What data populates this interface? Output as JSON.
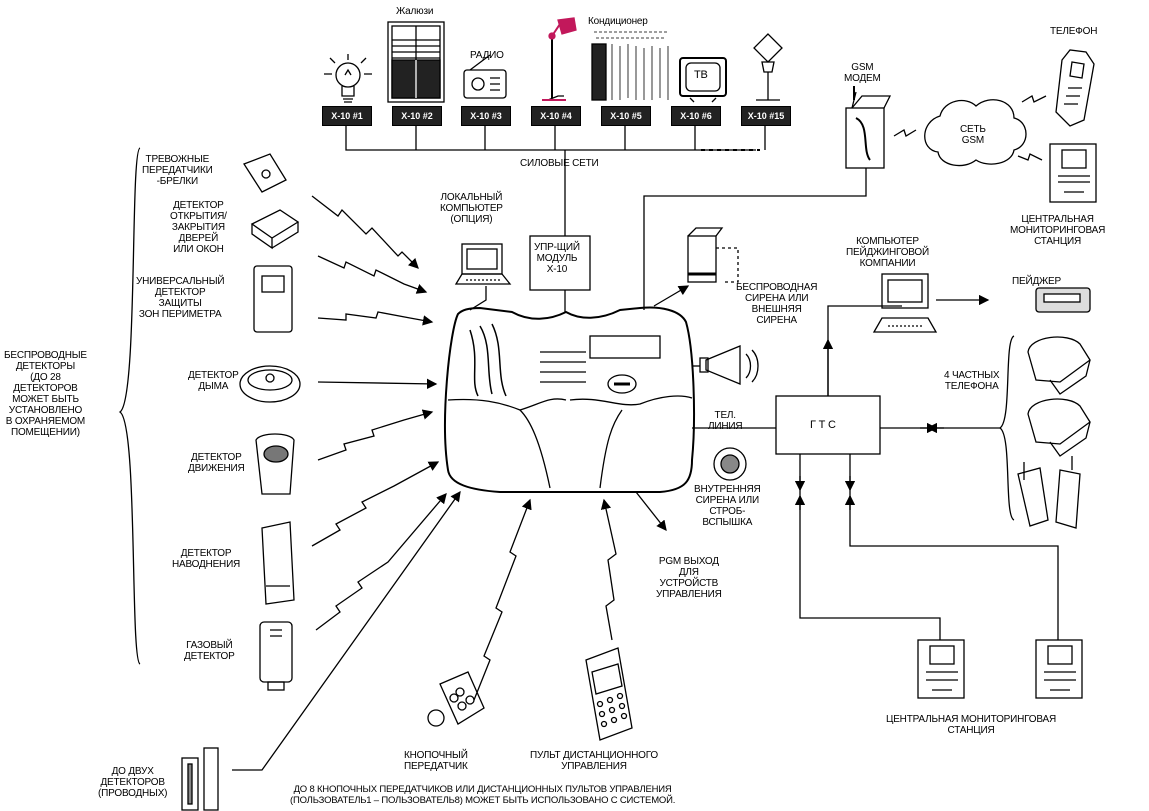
{
  "top_devices": {
    "blinds_label": "Жалюзи",
    "radio_label": "РАДИО",
    "conditioner_label": "Кондиционер",
    "tv_label": "ТВ",
    "x10_modules": [
      "X-10 #1",
      "X-10 #2",
      "X-10 #3",
      "X-10 #4",
      "X-10 #5",
      "X-10 #6",
      "X-10 #15"
    ],
    "power_lines_label": "СИЛОВЫЕ СЕТИ"
  },
  "gsm": {
    "modem_label": "GSM\nМОДЕМ",
    "network_label": "СЕТЬ\nGSM",
    "phone_label": "ТЕЛЕФОН",
    "station_label": "ЦЕНТРАЛЬНАЯ\nМОНИТОРИНГОВАЯ\nСТАНЦИЯ"
  },
  "center": {
    "local_computer_label": "ЛОКАЛЬНЫЙ\nКОМПЬЮТЕР\n(ОПЦИЯ)",
    "x10_module_label": "УПР-ЩИЙ\nМОДУЛЬ\nX-10",
    "wireless_siren_label": "БЕСПРОВОДНАЯ\nСИРЕНА ИЛИ\nВНЕШНЯЯ\nСИРЕНА",
    "tel_line_label": "ТЕЛ.\nЛИНИЯ",
    "internal_siren_label": "ВНУТРЕННЯЯ\nСИРЕНА ИЛИ\nСТРОБ-\nВСПЫШКА",
    "pgm_label": "PGM ВЫХОД\nДЛЯ\nУСТРОЙСТВ\nУПРАВЛЕНИЯ"
  },
  "right": {
    "paging_computer_label": "КОМПЬЮТЕР\nПЕЙДЖИНГОВОЙ\nКОМПАНИИ",
    "pager_label": "ПЕЙДЖЕР",
    "pstn_label": "Г Т С",
    "private_phones_label": "4 ЧАСТНЫХ\nТЕЛЕФОНА",
    "central_station_label": "ЦЕНТРАЛЬНАЯ МОНИТОРИНГОВАЯ\nСТАНЦИЯ"
  },
  "detectors": {
    "group_label": "БЕСПРОВОДНЫЕ\nДЕТЕКТОРЫ\n(ДО 28\nДЕТЕКТОРОВ\nМОЖЕТ БЫТЬ\nУСТАНОВЛЕНО\nВ ОХРАНЯЕМОМ\nПОМЕЩЕНИИ)",
    "items": [
      "ТРЕВОЖНЫЕ\nПЕРЕДАТЧИКИ\n-БРЕЛКИ",
      "ДЕТЕКТОР\nОТКРЫТИЯ/\nЗАКРЫТИЯ\nДВЕРЕЙ\nИЛИ ОКОН",
      "УНИВЕРСАЛЬНЫЙ\nДЕТЕКТОР\nЗАЩИТЫ\nЗОН ПЕРИМЕТРА",
      "ДЕТЕКТОР\nДЫМА",
      "ДЕТЕКТОР\nДВИЖЕНИЯ",
      "ДЕТЕКТОР\nНАВОДНЕНИЯ",
      "ГАЗОВЫЙ\nДЕТЕКТОР"
    ],
    "wired_label": "ДО ДВУХ\nДЕТЕКТОРОВ\n(ПРОВОДНЫХ)"
  },
  "bottom": {
    "keyfob_label": "КНОПОЧНЫЙ\nПЕРЕДАТЧИК",
    "remote_label": "ПУЛЬТ ДИСТАНЦИОННОГО\nУПРАВЛЕНИЯ",
    "footnote": "ДО 8 КНОПОЧНЫХ ПЕРЕДАТЧИКОВ ИЛИ ДИСТАНЦИОННЫХ ПУЛЬТОВ УПРАВЛЕНИЯ\n(ПОЛЬЗОВАТЕЛЬ1 – ПОЛЬЗОВАТЕЛЬ8) МОЖЕТ БЫТЬ ИСПОЛЬЗОВАНО С СИСТЕМОЙ."
  }
}
